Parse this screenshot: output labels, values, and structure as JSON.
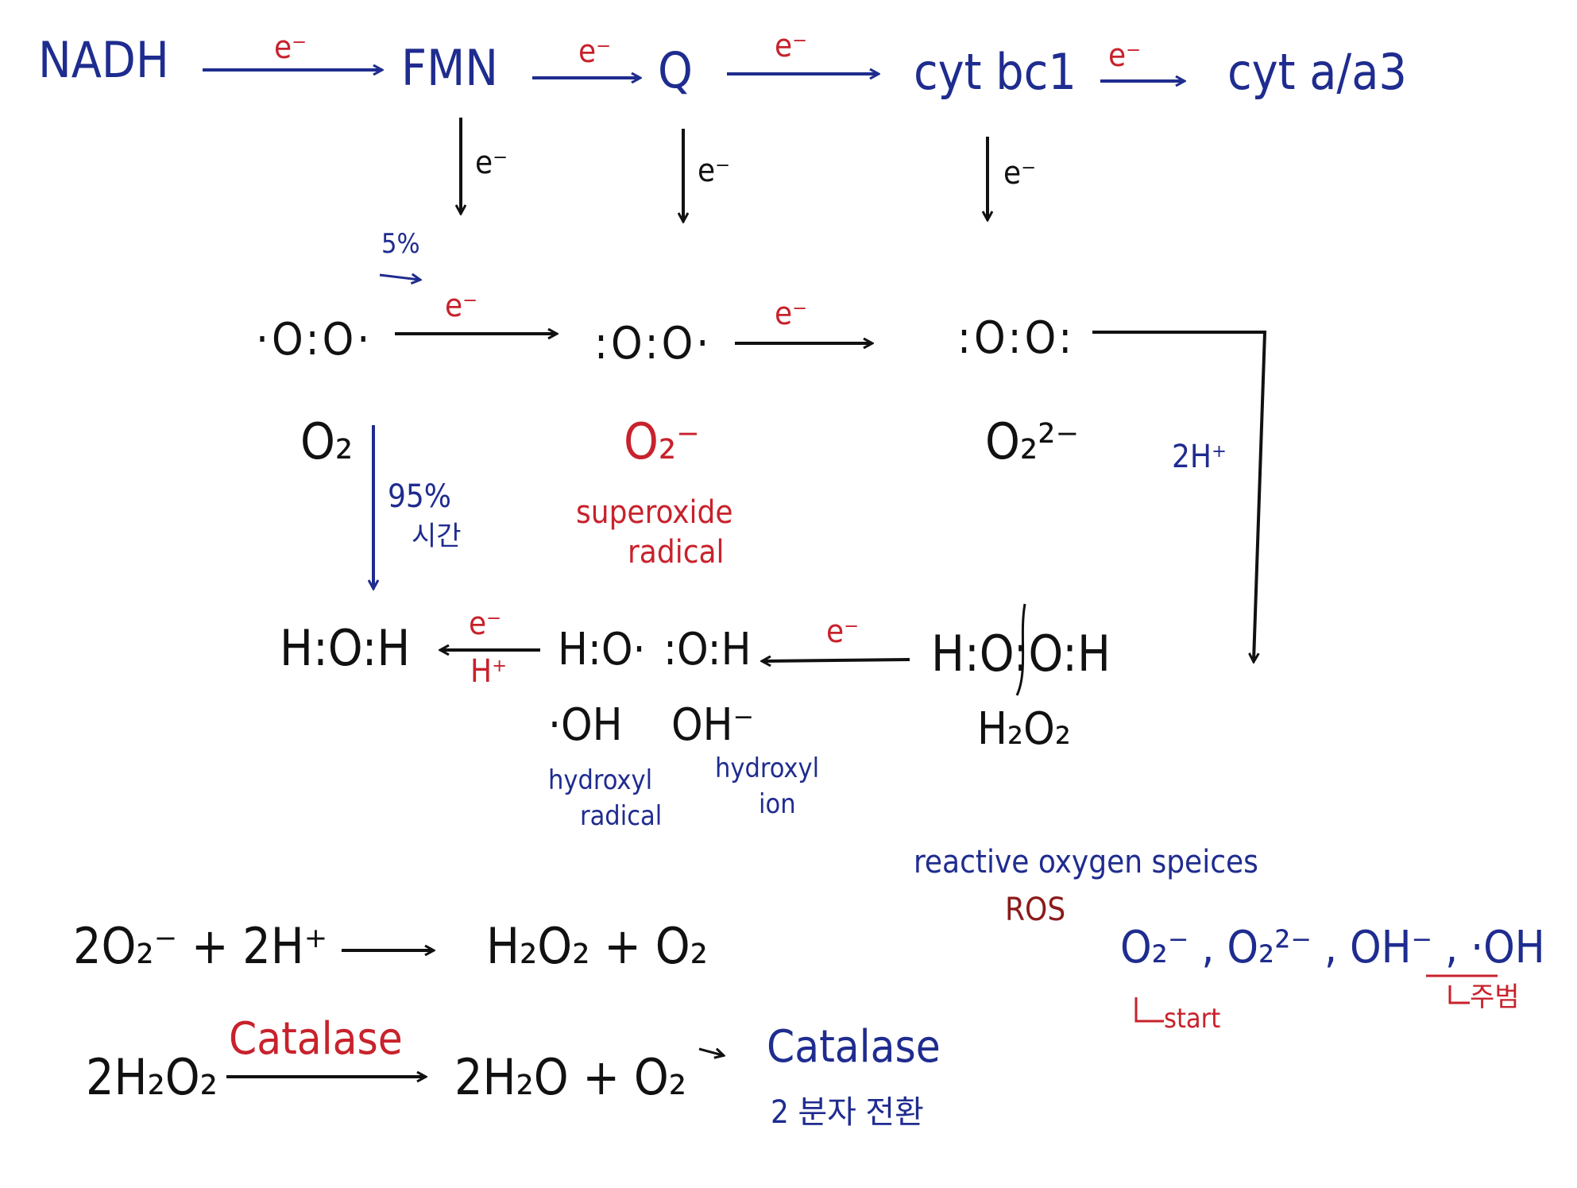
{
  "chain": {
    "nadh": "NADH",
    "fmn": "FMN",
    "q": "Q",
    "cytbc1": "cyt bc1",
    "cytaa3": "cyt a/a3",
    "e": "e⁻"
  },
  "down_e": "e⁻",
  "o2": {
    "pct5": "5%",
    "e_to_superoxide": "e⁻",
    "e_to_peroxide": "e⁻",
    "lewis_o2": "·O:O·",
    "lewis_superoxide": ":O:O·",
    "lewis_peroxide": ":O:O:",
    "label_o2": "O₂",
    "label_superoxide": "O₂⁻",
    "label_peroxide": "O₂²⁻",
    "superoxide_line1": "superoxide",
    "superoxide_line2": "radical",
    "pct95": "95%",
    "korean_95": "시간",
    "h_plus_2": "2H⁺"
  },
  "water_row": {
    "water": "H:O:H",
    "e_left": "e⁻",
    "h_left": "H⁺",
    "hydroxyl_radical_lewis": "H:O·",
    "hydroxide_lewis": ":O:H",
    "e_mid": "e⁻",
    "peroxide_lewis": "H:O:O:H",
    "oh_radical": "·OH",
    "oh_ion": "OH⁻",
    "h2o2": "H₂O₂",
    "hydroxyl_radical_1": "hydroxyl",
    "hydroxyl_radical_2": "radical",
    "hydroxyl_ion_1": "hydroxyl",
    "hydroxyl_ion_2": "ion"
  },
  "ros": {
    "line1": "reactive oxygen speices",
    "abbr": "ROS",
    "species": "O₂⁻ ,  O₂²⁻ ,  OH⁻ ,  ·OH",
    "start": "start",
    "korean_note": "주범"
  },
  "equations": {
    "eq1_left": "2O₂⁻ + 2H⁺",
    "eq1_right": "H₂O₂ + O₂",
    "eq2_left": "2H₂O₂",
    "eq2_enzyme": "Catalase",
    "eq2_right": "2H₂O  + O₂",
    "note_enzyme": "Catalase",
    "note_korean": "2 분자 전환"
  },
  "colors": {
    "blue": "#1f2c8f",
    "red": "#c8222c",
    "black": "#111111",
    "dark_red": "#8b1a1a"
  }
}
